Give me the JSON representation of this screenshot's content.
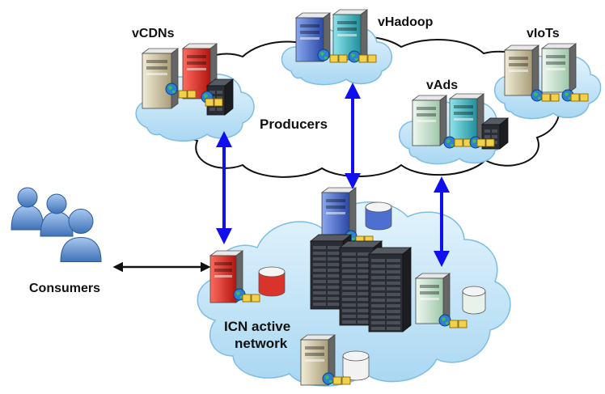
{
  "labels": {
    "vcdns": "vCDNs",
    "vhadoop": "vHadoop",
    "viots": "vIoTs",
    "vads": "vAds",
    "producers": "Producers",
    "consumers": "Consumers",
    "icn_line1": "ICN active",
    "icn_line2": "network"
  },
  "colors": {
    "arrow_blue": "#1010ee",
    "arrow_black": "#111111",
    "cloud_fill": "#bfe3f7",
    "cloud_stroke": "#7dbde3",
    "producers_outline": "#111111",
    "server_red": "#e0342c",
    "server_blue": "#4c6fd0",
    "server_teal": "#35b7c6",
    "server_beige": "#d8cfae",
    "server_mint": "#cfe7d6",
    "rack_dark": "#2a2d33",
    "consumer_blue": "#5b8fd0"
  },
  "icons": [
    "vcdns-server-icon",
    "vhadoop-server-icon",
    "viots-server-icon",
    "vads-server-icon",
    "icn-gateway-server-icon",
    "datacenter-rack-icon",
    "consumers-group-icon"
  ]
}
